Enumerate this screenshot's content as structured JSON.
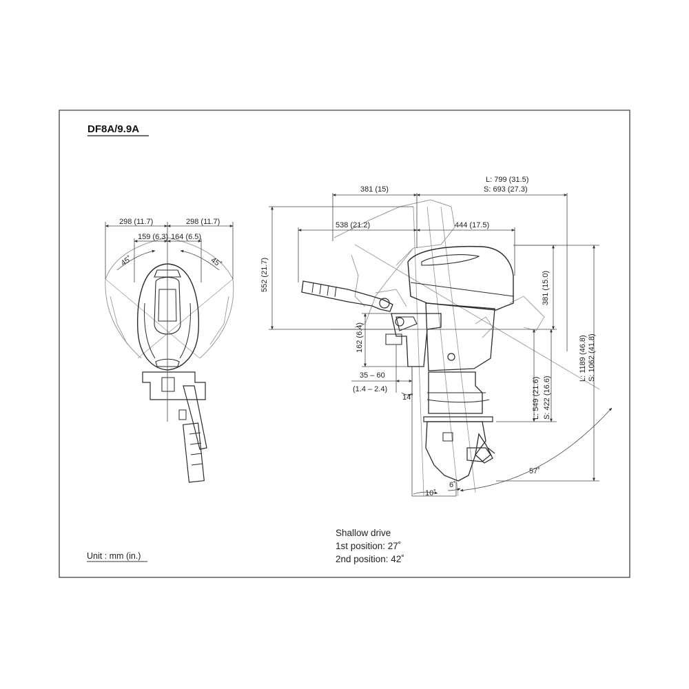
{
  "title": "DF8A/9.9A",
  "unit_note": "Unit : mm (in.)",
  "front_view": {
    "dim_left_outer": "298 (11.7)",
    "dim_right_outer": "298 (11.7)",
    "dim_left_inner": "159 (6.3)",
    "dim_right_inner": "164 (6.5)",
    "angle_left": "45˚",
    "angle_right": "45˚"
  },
  "side_view": {
    "dim_top_left": "381 (15)",
    "dim_top_right_L": "L: 799 (31.5)",
    "dim_top_right_S": "S: 693 (27.3)",
    "dim_mid_left": "538 (21.2)",
    "dim_mid_right": "444 (17.5)",
    "dim_height_left": "552 (21.7)",
    "dim_clamp": "162 (6.4)",
    "dim_transom_mm": "35 – 60",
    "dim_transom_in": "(1.4 – 2.4)",
    "angle_trim": "14˚",
    "dim_cowl": "381 (15.0)",
    "dim_shaft_L": "L: 549 (21.6)",
    "dim_shaft_S": "S: 422 (16.6)",
    "dim_total_L": "L: 1189 (46.8)",
    "dim_total_S": "S: 1062 (41.8)",
    "angle_tilt": "57˚",
    "angle_10": "10˚",
    "angle_6": "6˚"
  },
  "note": {
    "line1": "Shallow drive",
    "line2": "1st position: 27˚",
    "line3": "2nd position: 42˚"
  }
}
